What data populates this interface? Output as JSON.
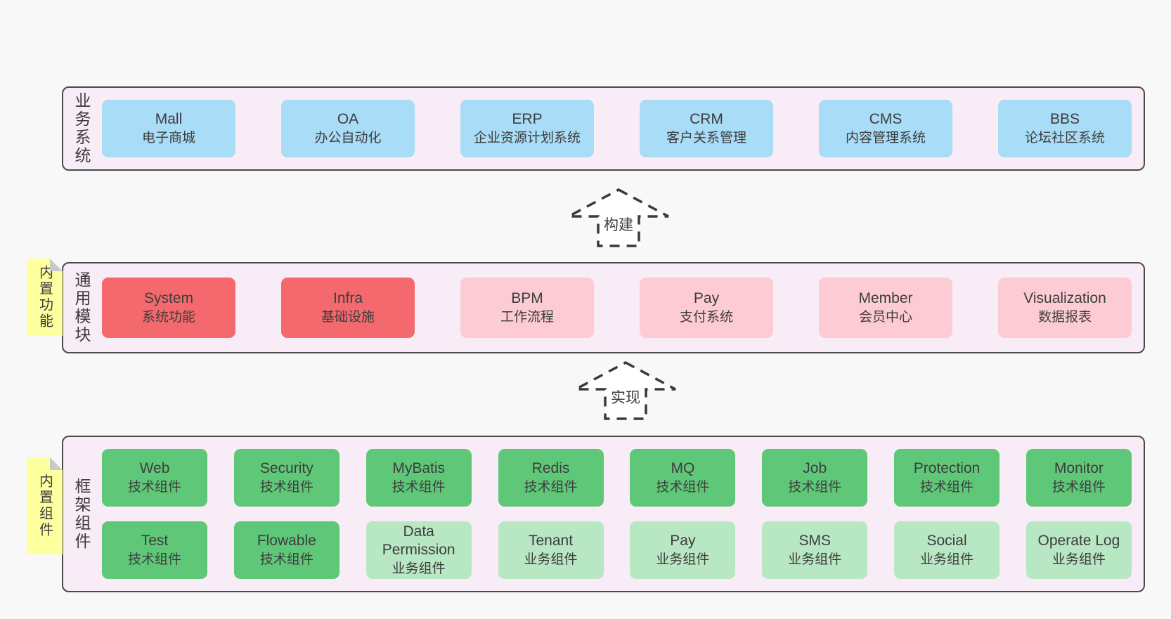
{
  "colors": {
    "page_bg": "#f8f8f8",
    "band_bg": "#f8edf6",
    "band_border": "#4a4a4a",
    "blue_box": "#a9dcf6",
    "red_box": "#f4696d",
    "pink_box": "#fccbd4",
    "green_box": "#5fc878",
    "light_green_box": "#b8e7c3",
    "sticky_bg": "#feff9e",
    "text": "#3d3d3d"
  },
  "arrows": [
    {
      "label": "构建"
    },
    {
      "label": "实现"
    }
  ],
  "bands": [
    {
      "label": "业务系统",
      "boxes": [
        {
          "name": "Mall",
          "desc": "电子商城"
        },
        {
          "name": "OA",
          "desc": "办公自动化"
        },
        {
          "name": "ERP",
          "desc": "企业资源计划系统"
        },
        {
          "name": "CRM",
          "desc": "客户关系管理"
        },
        {
          "name": "CMS",
          "desc": "内容管理系统"
        },
        {
          "name": "BBS",
          "desc": "论坛社区系统"
        }
      ]
    },
    {
      "label": "通用模块",
      "sticky": "内置功能",
      "boxes": [
        {
          "name": "System",
          "desc": "系统功能"
        },
        {
          "name": "Infra",
          "desc": "基础设施"
        },
        {
          "name": "BPM",
          "desc": "工作流程"
        },
        {
          "name": "Pay",
          "desc": "支付系统"
        },
        {
          "name": "Member",
          "desc": "会员中心"
        },
        {
          "name": "Visualization",
          "desc": "数据报表"
        }
      ]
    },
    {
      "label": "框架组件",
      "sticky": "内置组件",
      "rows": [
        [
          {
            "name": "Web",
            "desc": "技术组件"
          },
          {
            "name": "Security",
            "desc": "技术组件"
          },
          {
            "name": "MyBatis",
            "desc": "技术组件"
          },
          {
            "name": "Redis",
            "desc": "技术组件"
          },
          {
            "name": "MQ",
            "desc": "技术组件"
          },
          {
            "name": "Job",
            "desc": "技术组件"
          },
          {
            "name": "Protection",
            "desc": "技术组件"
          },
          {
            "name": "Monitor",
            "desc": "技术组件"
          }
        ],
        [
          {
            "name": "Test",
            "desc": "技术组件"
          },
          {
            "name": "Flowable",
            "desc": "技术组件"
          },
          {
            "name": "Data Permission",
            "desc": "业务组件"
          },
          {
            "name": "Tenant",
            "desc": "业务组件"
          },
          {
            "name": "Pay",
            "desc": "业务组件"
          },
          {
            "name": "SMS",
            "desc": "业务组件"
          },
          {
            "name": "Social",
            "desc": "业务组件"
          },
          {
            "name": "Operate Log",
            "desc": "业务组件"
          }
        ]
      ]
    }
  ]
}
